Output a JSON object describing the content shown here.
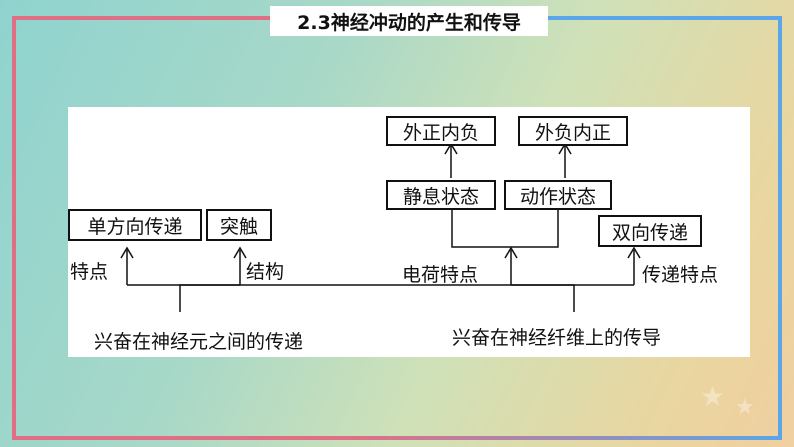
{
  "title": "2.3神经冲动的产生和传导",
  "diagram": {
    "top_left_box": "外正内负",
    "top_right_box": "外负内正",
    "resting_state": "静息状态",
    "action_state": "动作状态",
    "one_way": "单方向传递",
    "synapse": "突触",
    "two_way": "双向传递",
    "label_feature": "特点",
    "label_structure": "结构",
    "label_charge": "电荷特点",
    "label_transmission": "传递特点",
    "bottom_left": "兴奋在神经元之间的传递",
    "bottom_right": "兴奋在神经纤维上的传导"
  }
}
